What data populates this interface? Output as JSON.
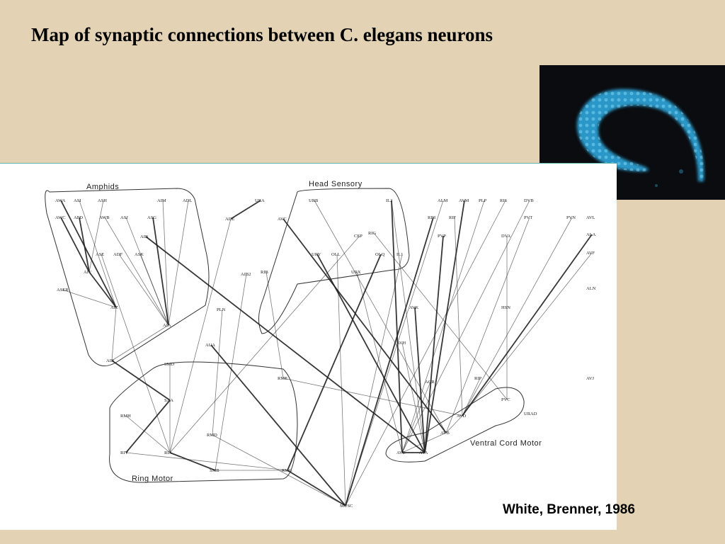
{
  "title": "Map of synaptic connections between C. elegans neurons",
  "citation": "White, Brenner, 1986",
  "photo": {
    "accent": "#3ab7e6",
    "background": "#0a0c10"
  },
  "diagram": {
    "groups": [
      {
        "id": "amphids",
        "label": "Amphids"
      },
      {
        "id": "head_sensory",
        "label": "Head Sensory"
      },
      {
        "id": "ring_motor",
        "label": "Ring Motor"
      },
      {
        "id": "ventral_cord",
        "label": "Ventral Cord Motor"
      }
    ],
    "neurons": [
      "AWA",
      "ASI",
      "ASH",
      "AFD",
      "AWB",
      "ASJ",
      "ASG",
      "AIM",
      "ADL",
      "AWC",
      "ADF",
      "ASK",
      "AIY",
      "ASE",
      "AIB",
      "AIZ",
      "AIA",
      "AIN",
      "ASER",
      "ADE",
      "AVC",
      "URB",
      "IL2",
      "ALM",
      "AVM",
      "PLP",
      "RIS",
      "DVB",
      "PVT",
      "AVL",
      "RIH",
      "RIF",
      "PVN",
      "PVP",
      "DVA",
      "ALA",
      "AVF",
      "RIG",
      "URY",
      "OLL",
      "CEP",
      "OLQ",
      "IL1",
      "URX",
      "AVK",
      "SMD",
      "RIB",
      "AUA",
      "PLN",
      "AIB2",
      "RIP",
      "AVJ",
      "SAA",
      "RMD",
      "RIV",
      "RIA",
      "RME",
      "SMB",
      "RMG",
      "AVB",
      "AVE",
      "AVA",
      "AVD",
      "PVC",
      "MUSC",
      "RMH",
      "URA",
      "ALN",
      "HSN",
      "AVH",
      "AQR",
      "URAD"
    ]
  }
}
